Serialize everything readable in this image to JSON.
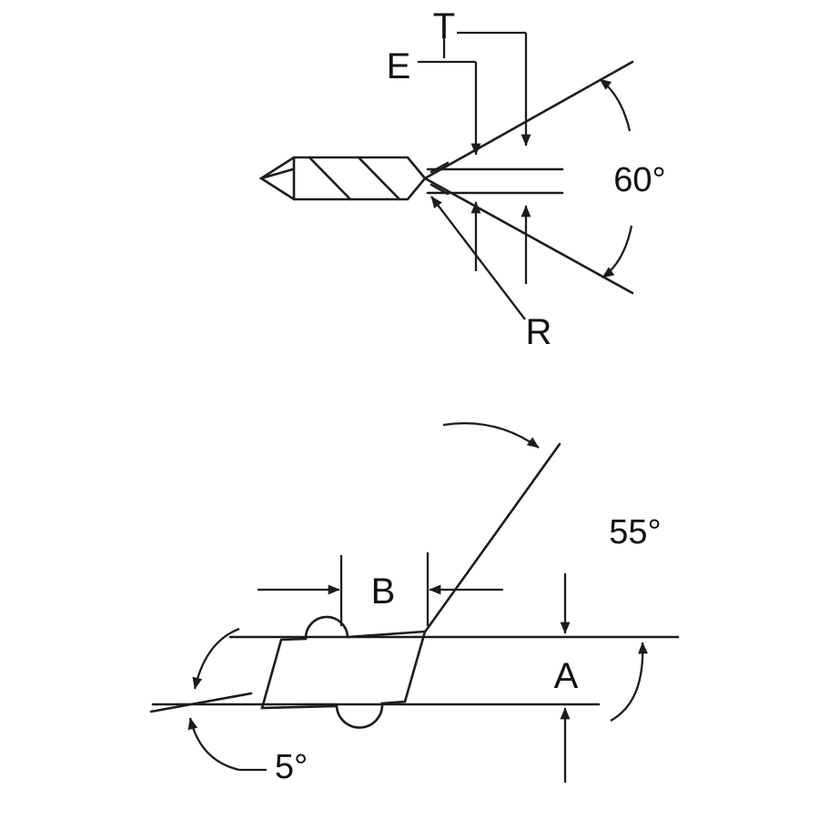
{
  "diagram": {
    "background_color": "#ffffff",
    "line_color": "#1c1c1c",
    "top_view": {
      "label_t": "T",
      "label_e": "E",
      "label_r": "R",
      "label_included_angle": "60°"
    },
    "side_view": {
      "label_front_angle": "55°",
      "label_b": "B",
      "label_a": "A",
      "label_back_angle": "5°"
    }
  }
}
